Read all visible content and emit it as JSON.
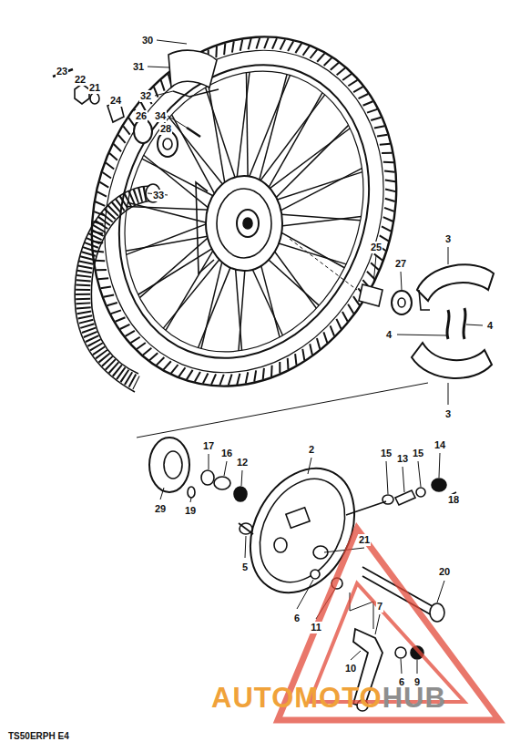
{
  "diagram": {
    "labels": [
      "30",
      "31",
      "23",
      "22",
      "21",
      "24",
      "26",
      "28",
      "32",
      "34",
      "33",
      "25",
      "27",
      "3",
      "4",
      "4",
      "3",
      "17",
      "16",
      "12",
      "29",
      "19",
      "2",
      "15",
      "13",
      "15",
      "14",
      "18",
      "5",
      "21",
      "20",
      "6",
      "11",
      "7",
      "10",
      "6",
      "9",
      "TS50ERPH E4",
      "AUTOMOTO",
      "HUB"
    ]
  }
}
